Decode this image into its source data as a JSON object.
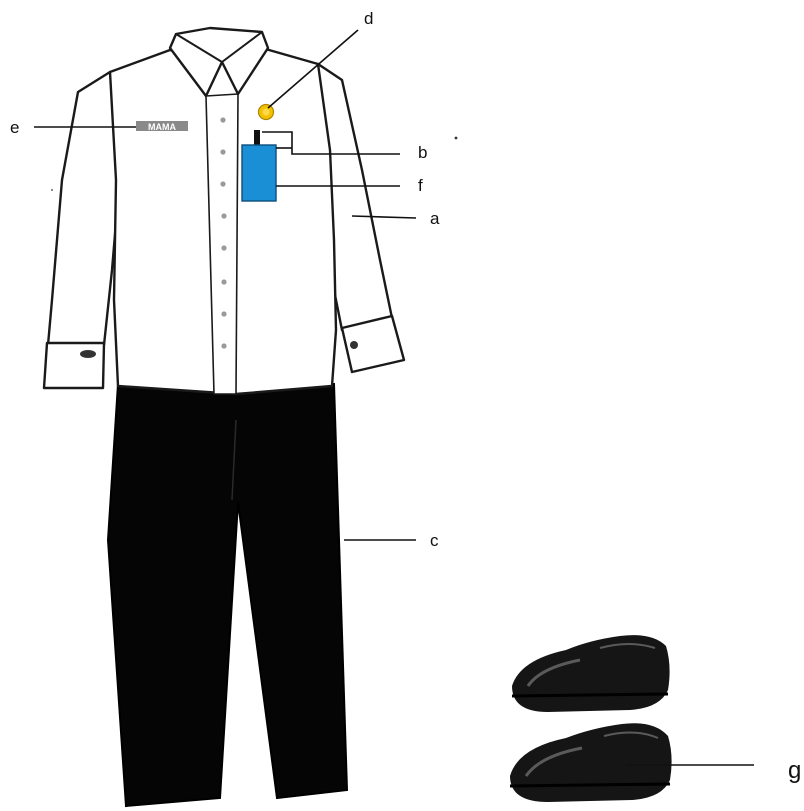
{
  "labels": {
    "a": "a",
    "b": "b",
    "c": "c",
    "d": "d",
    "e": "e",
    "f": "f",
    "g": "g"
  },
  "shirt_badge_text": "MAMA",
  "colors": {
    "shirt": "#ffffff",
    "outline": "#1a1a1a",
    "trousers": "#050505",
    "name_tag": "#1b8fd6",
    "pin": "#f2c200",
    "shoe": "#151515",
    "shoe_highlight": "#5a5a5a",
    "badge": "#8a8a8a"
  }
}
